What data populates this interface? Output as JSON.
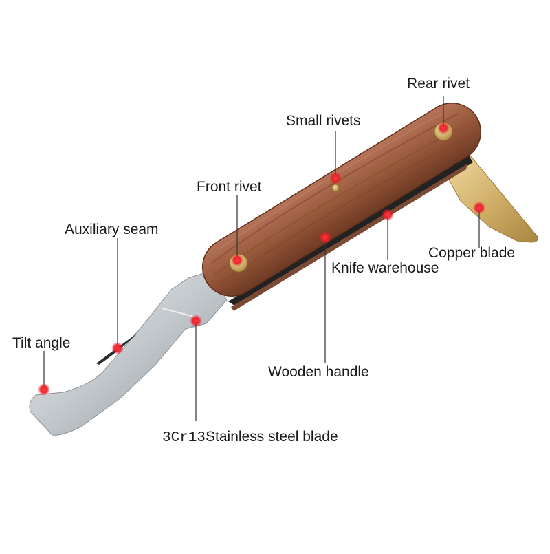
{
  "callouts": {
    "rear_rivet": "Rear rivet",
    "small_rivets": "Small rivets",
    "front_rivet": "Front rivet",
    "auxiliary_seam": "Auxiliary seam",
    "copper_blade": "Copper blade",
    "knife_warehouse": "Knife warehouse",
    "tilt_angle": "Tilt angle",
    "wooden_handle": "Wooden handle",
    "steel_grade": "3Cr13",
    "stainless_steel_blade": "Stainless steel blade"
  },
  "colors": {
    "wood": "#9a5a3c",
    "wood_dark": "#6e3a24",
    "brass": "#d1b06a",
    "steel": "#c8ccd0",
    "marker": "#e8202a",
    "leader": "#333333"
  }
}
